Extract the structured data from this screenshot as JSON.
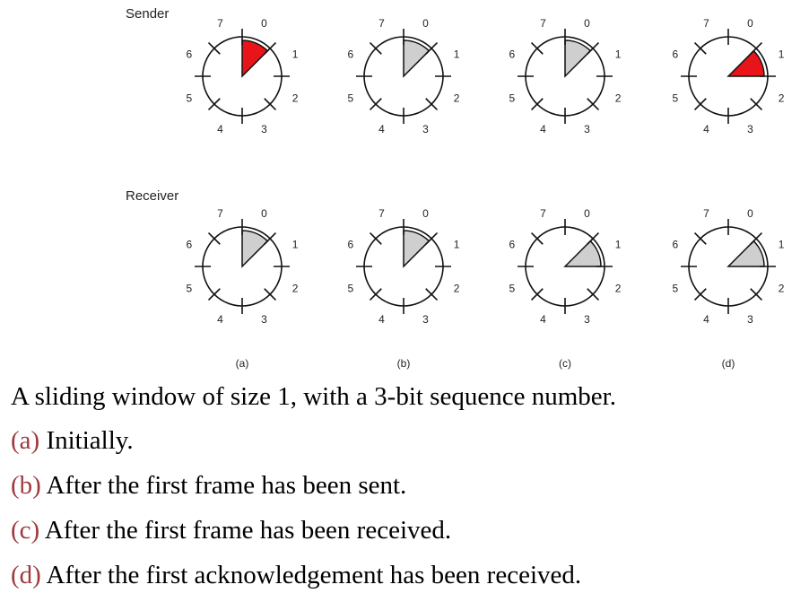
{
  "diagram": {
    "row_labels": {
      "sender": "Sender",
      "receiver": "Receiver"
    },
    "sequence_numbers": [
      "0",
      "1",
      "2",
      "3",
      "4",
      "5",
      "6",
      "7"
    ],
    "colors": {
      "red_window": "#e8141a",
      "gray_window": "#cfcfcf",
      "line": "#111111"
    },
    "panels": [
      {
        "label": "(a)",
        "sender": {
          "start": 0,
          "fill": "red"
        },
        "receiver": {
          "start": 0,
          "fill": "gray"
        }
      },
      {
        "label": "(b)",
        "sender": {
          "start": 0,
          "fill": "gray"
        },
        "receiver": {
          "start": 0,
          "fill": "gray"
        }
      },
      {
        "label": "(c)",
        "sender": {
          "start": 0,
          "fill": "gray"
        },
        "receiver": {
          "start": 1,
          "fill": "gray"
        }
      },
      {
        "label": "(d)",
        "sender": {
          "start": 1,
          "fill": "red"
        },
        "receiver": {
          "start": 1,
          "fill": "gray"
        }
      }
    ]
  },
  "caption": {
    "title": "A sliding window of size 1, with a 3-bit sequence number.",
    "items": [
      {
        "tag": "(a)",
        "text": " Initially."
      },
      {
        "tag": "(b)",
        "text": " After the first frame has been sent."
      },
      {
        "tag": "(c)",
        "text": " After the first frame has been received."
      },
      {
        "tag": "(d)",
        "text": " After the first acknowledgement has been received."
      }
    ]
  }
}
